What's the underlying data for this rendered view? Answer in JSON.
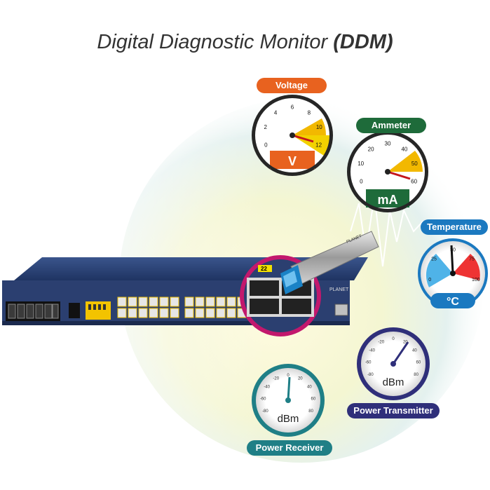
{
  "title": {
    "main": "Digital Diagnostic Monitor ",
    "bold": "(DDM)"
  },
  "colors": {
    "voltage": "#e8621f",
    "ammeter": "#1e6b3a",
    "temperature": "#1b79c0",
    "power_transmitter": "#2f2f7a",
    "power_receiver": "#1f7f86",
    "switch_body": "#2b3f70",
    "sfp_ring": "#c2186d"
  },
  "gauges": {
    "voltage": {
      "label": "Voltage",
      "unit": "V",
      "ticks": [
        "0",
        "2",
        "4",
        "6",
        "8",
        "10",
        "12"
      ]
    },
    "ammeter": {
      "label": "Ammeter",
      "unit": "mA",
      "ticks": [
        "0",
        "10",
        "20",
        "30",
        "40",
        "50",
        "60"
      ]
    },
    "temperature": {
      "label": "Temperature",
      "unit": "°C",
      "ticks": [
        "0",
        "25",
        "50",
        "75",
        "100"
      ]
    },
    "power_transmitter": {
      "label": "Power Transmitter",
      "unit": "dBm",
      "ticks": [
        "-80",
        "-60",
        "-40",
        "-20",
        "0",
        "20",
        "40",
        "60",
        "80"
      ]
    },
    "power_receiver": {
      "label": "Power Receiver",
      "unit": "dBm",
      "ticks": [
        "-80",
        "-60",
        "-40",
        "-20",
        "0",
        "20",
        "40",
        "60",
        "80"
      ]
    }
  },
  "switch": {
    "brand": "PLANET",
    "port_label": "22"
  },
  "sfp": {
    "brand": "PLANET"
  }
}
